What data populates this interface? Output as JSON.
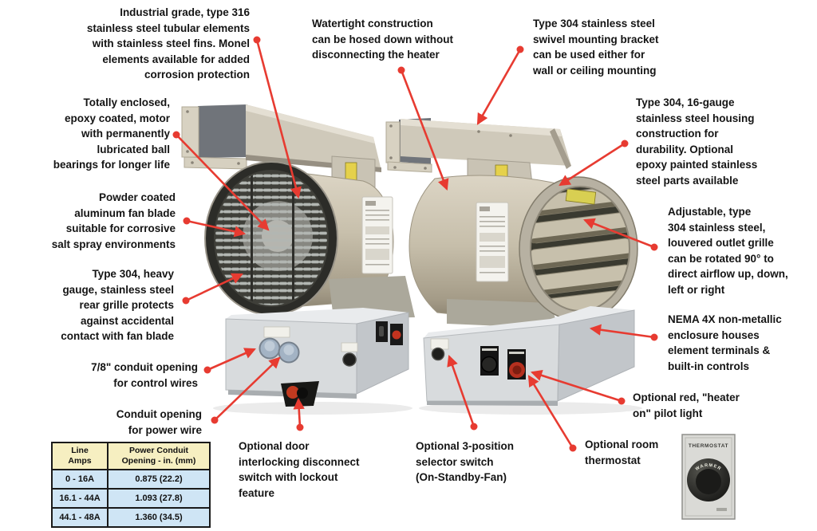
{
  "figure": {
    "background": "#ffffff",
    "arrow_color": "#e73b31",
    "text_color": "#141414"
  },
  "callouts": {
    "elements": {
      "text": "Industrial grade, type 316\nstainless steel tubular elements\nwith stainless steel fins. Monel\nelements available for added\ncorrosion protection"
    },
    "motor": {
      "text": "Totally enclosed,\nepoxy coated, motor\nwith permanently\nlubricated ball\nbearings for longer life"
    },
    "fan_blade": {
      "text": "Powder coated\naluminum fan blade\nsuitable for corrosive\nsalt spray environments"
    },
    "rear_grille": {
      "text": "Type 304, heavy\ngauge, stainless steel\nrear grille protects\nagainst accidental\ncontact with fan blade"
    },
    "control_conduit": {
      "text": "7/8\" conduit opening\nfor control wires"
    },
    "power_conduit": {
      "text": "Conduit opening\nfor power wire"
    },
    "watertight": {
      "text": "Watertight construction\ncan be hosed down without\ndisconnecting the heater"
    },
    "bracket": {
      "text": "Type 304 stainless steel\nswivel mounting bracket\ncan be used either for\nwall or ceiling mounting"
    },
    "housing": {
      "text": "Type 304, 16-gauge\nstainless steel housing\nconstruction for\ndurability. Optional\nepoxy painted stainless\nsteel parts available"
    },
    "outlet_grille": {
      "text": "Adjustable, type\n304 stainless steel,\nlouvered outlet grille\ncan be rotated 90° to\ndirect airflow up, down,\nleft or right"
    },
    "enclosure": {
      "text": "NEMA 4X non-metallic\nenclosure houses\nelement terminals &\nbuilt-in controls"
    },
    "pilot_light": {
      "text": "Optional red, \"heater\non\" pilot light"
    },
    "room_thermostat": {
      "text": "Optional room\nthermostat"
    },
    "disconnect_switch": {
      "text": "Optional door\ninterlocking disconnect\nswitch with lockout\nfeature"
    },
    "selector_switch": {
      "text": "Optional 3-position\nselector switch\n(On-Standby-Fan)"
    }
  },
  "table": {
    "headers": [
      "Line\nAmps",
      "Power Conduit\nOpening - in. (mm)"
    ],
    "rows": [
      [
        "0 - 16A",
        "0.875 (22.2)"
      ],
      [
        "16.1 - 44A",
        "1.093 (27.8)"
      ],
      [
        "44.1 - 48A",
        "1.360 (34.5)"
      ]
    ],
    "header_bg": "#f6efc1",
    "row_bg": "#cfe5f5"
  },
  "thermostat": {
    "title": "THERMOSTAT",
    "dial_label": "WARMER"
  }
}
